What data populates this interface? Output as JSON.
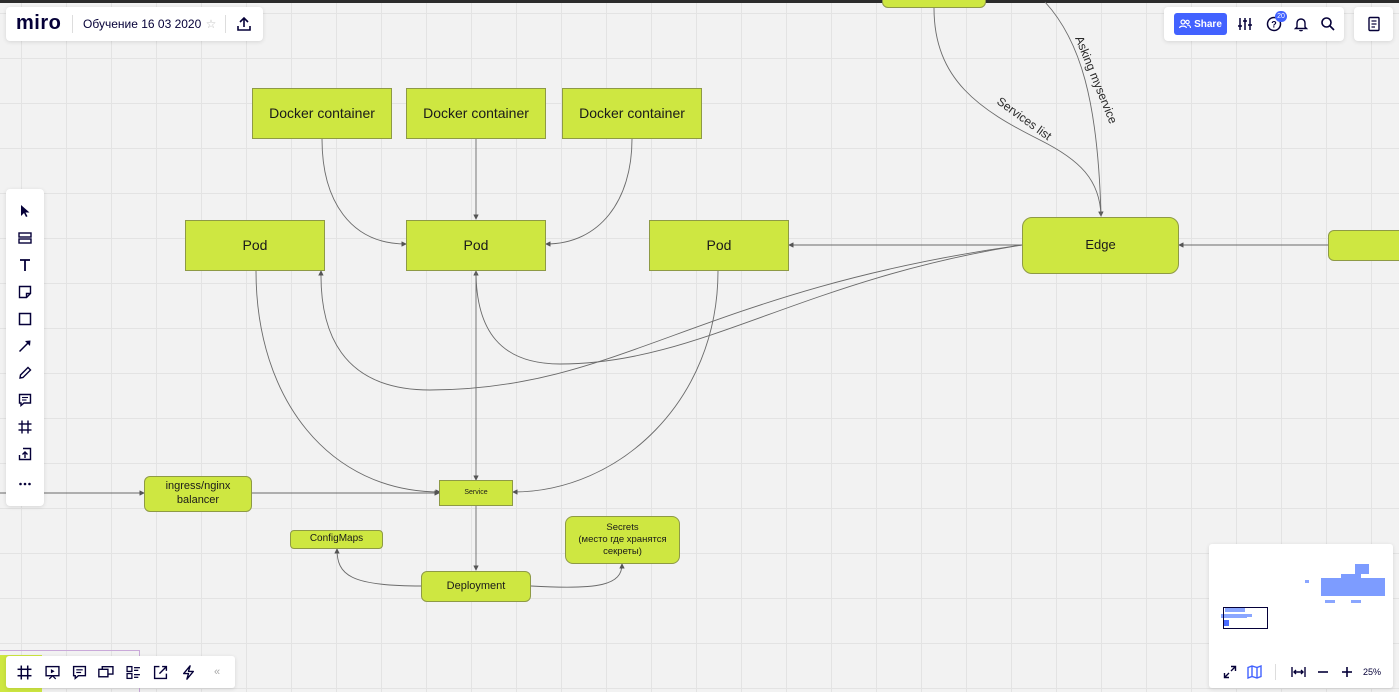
{
  "app": {
    "logo": "miro",
    "board_title": "Обучение 16 03 2020"
  },
  "header": {
    "share_label": "Share",
    "help_badge": "20"
  },
  "canvas": {
    "nodes": {
      "docker_1": "Docker container",
      "docker_2": "Docker container",
      "docker_3": "Docker container",
      "pod_1": "Pod",
      "pod_2": "Pod",
      "pod_3": "Pod",
      "edge": "Edge",
      "ingress": "ingress/nginx\nbalancer",
      "service": "Service",
      "configmaps": "ConfigMaps",
      "deployment": "Deployment",
      "secrets": "Secrets\n(место где хранятся\nсекреты)"
    },
    "connector_labels": {
      "services_list": "Services list",
      "asking_myservice": "Asking myservice"
    }
  },
  "minimap": {
    "zoom": "25%"
  },
  "colors": {
    "node_fill": "#cee741",
    "accent_blue": "#4262ff",
    "canvas_bg": "#f2f2f2"
  },
  "icons": {
    "left_toolbar": [
      "select-icon",
      "templates-icon",
      "text-icon",
      "sticky-note-icon",
      "shape-icon",
      "arrow-line-icon",
      "pen-icon",
      "comment-icon",
      "frame-icon",
      "upload-icon",
      "more-icon"
    ],
    "bottom_toolbar": [
      "frames-icon",
      "presentation-icon",
      "comments-icon",
      "screen-share-icon",
      "board-outline-icon",
      "share-board-icon",
      "apps-icon",
      "collapse-icon"
    ],
    "top_right": [
      "settings-sliders-icon",
      "help-icon",
      "bell-icon",
      "search-icon",
      "notes-icon"
    ]
  }
}
